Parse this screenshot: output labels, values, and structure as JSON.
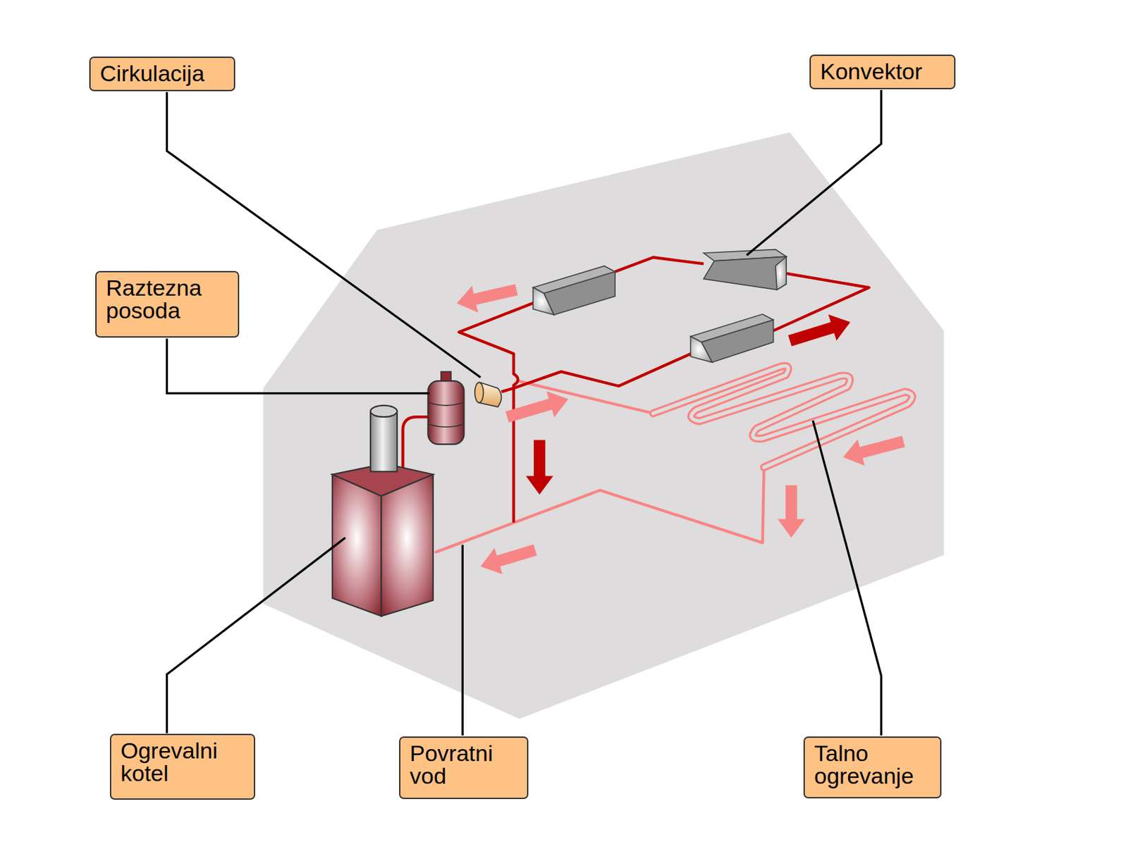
{
  "diagram": {
    "nodes": [
      {
        "text": [
          "Cirkulacija"
        ]
      },
      {
        "text": [
          "Konvektor"
        ]
      },
      {
        "text": [
          "Raztezna posoda"
        ]
      },
      {
        "text": [
          "Ogrevalni kotel"
        ]
      },
      {
        "text": [
          "Povratni vod"
        ]
      },
      {
        "text": [
          "Talno ogrevanje"
        ]
      }
    ]
  }
}
